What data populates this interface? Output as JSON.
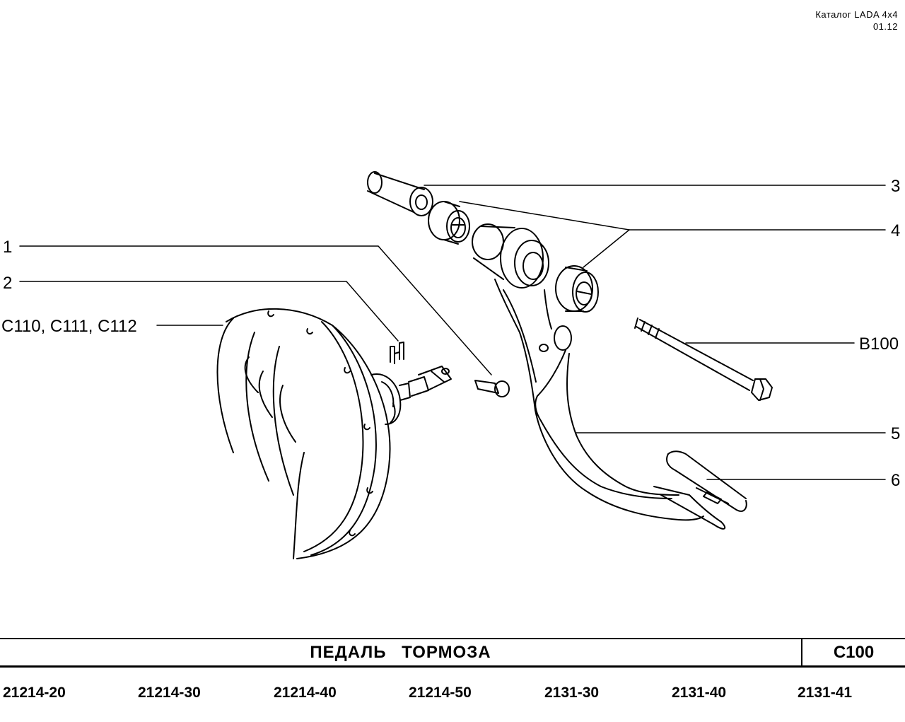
{
  "header": {
    "catalog": "Каталог  LADA  4x4",
    "date": "01.12"
  },
  "callouts": {
    "c1": "1",
    "c2": "2",
    "c_assembly": "С110, С111, С112",
    "c3": "3",
    "c4": "4",
    "c_bolt": "В100",
    "c5": "5",
    "c6": "6"
  },
  "title": {
    "name": "ПЕДАЛЬ   ТОРМОЗА",
    "code": "С100"
  },
  "models": [
    "21214-20",
    "21214-30",
    "21214-40",
    "21214-50",
    "2131-30",
    "2131-40",
    "2131-41"
  ]
}
